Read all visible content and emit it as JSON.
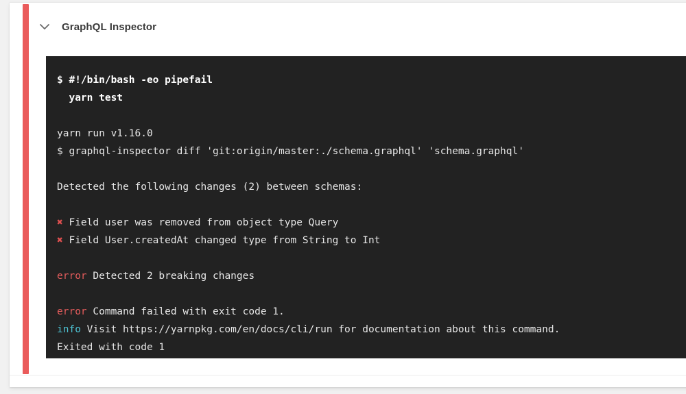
{
  "job": {
    "title": "GraphQL Inspector",
    "collapse_icon": "chevron-down-icon",
    "status_color": "#ea5b5b"
  },
  "terminal": {
    "background": "#222222",
    "text_color": "#e6e6e6",
    "error_color": "#e35c5c",
    "info_color": "#4ec3d4",
    "marker_color": "#e05050",
    "lines": [
      {
        "id": "l1",
        "type": "command",
        "text": "$ #!/bin/bash -eo pipefail"
      },
      {
        "id": "l2",
        "type": "command",
        "text": "  yarn test"
      },
      {
        "id": "l3",
        "type": "blank",
        "text": " "
      },
      {
        "id": "l4",
        "type": "output",
        "text": "yarn run v1.16.0"
      },
      {
        "id": "l5",
        "type": "output",
        "text": "$ graphql-inspector diff 'git:origin/master:./schema.graphql' 'schema.graphql'"
      },
      {
        "id": "l6",
        "type": "blank",
        "text": " "
      },
      {
        "id": "l7",
        "type": "output",
        "text": "Detected the following changes (2) between schemas:"
      },
      {
        "id": "l8",
        "type": "blank",
        "text": " "
      },
      {
        "id": "l9",
        "type": "change",
        "marker": "✖",
        "text": " Field user was removed from object type Query"
      },
      {
        "id": "l10",
        "type": "change",
        "marker": "✖",
        "text": " Field User.createdAt changed type from String to Int"
      },
      {
        "id": "l11",
        "type": "blank",
        "text": " "
      },
      {
        "id": "l12",
        "type": "error",
        "label": "error",
        "text": " Detected 2 breaking changes"
      },
      {
        "id": "l13",
        "type": "blank",
        "text": " "
      },
      {
        "id": "l14",
        "type": "error",
        "label": "error",
        "text": " Command failed with exit code 1."
      },
      {
        "id": "l15",
        "type": "info",
        "label": "info",
        "text": " Visit https://yarnpkg.com/en/docs/cli/run for documentation about this command."
      },
      {
        "id": "l16",
        "type": "output",
        "text": "Exited with code 1"
      }
    ]
  }
}
